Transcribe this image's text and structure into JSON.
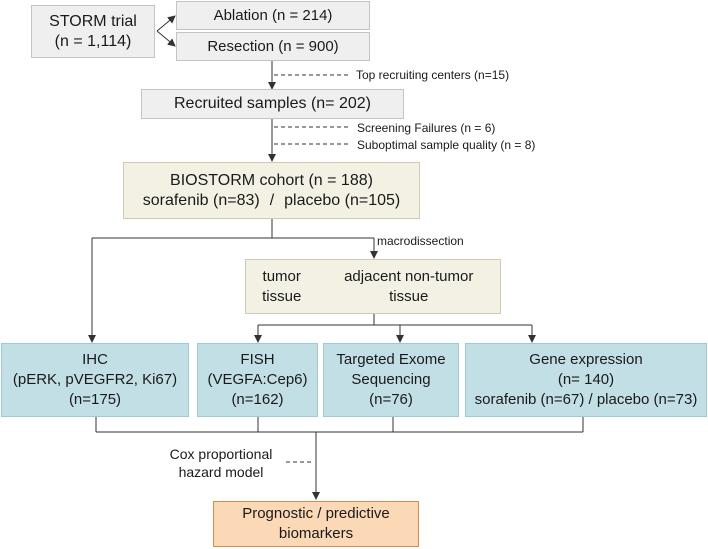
{
  "storm": {
    "line1": "STORM trial",
    "line2": "(n = 1,114)"
  },
  "ablation": "Ablation (n = 214)",
  "resection": "Resection (n = 900)",
  "top_centers": "Top recruiting centers (n=15)",
  "recruited": "Recruited samples (n= 202)",
  "screening": "Screening Failures (n = 6)",
  "suboptimal": "Suboptimal sample quality (n = 8)",
  "biostorm": {
    "line1": "BIOSTORM cohort (n = 188)",
    "sorafenib": "sorafenib (n=83)",
    "sep": "/",
    "placebo": "placebo (n=105)"
  },
  "macro": "macrodissection",
  "tissue": {
    "tumor_line1": "tumor",
    "tumor_line2": "tissue",
    "adj_line1": "adjacent non-tumor",
    "adj_line2": "tissue"
  },
  "ihc": {
    "line1": "IHC",
    "line2": "(pERK, pVEGFR2, Ki67)",
    "line3": "(n=175)"
  },
  "fish": {
    "line1": "FISH",
    "line2": "(VEGFA:Cep6)",
    "line3": "(n=162)"
  },
  "exome": {
    "line1": "Targeted Exome",
    "line2": "Sequencing",
    "line3": "(n=76)"
  },
  "gene": {
    "line1": "Gene expression",
    "line2": "(n= 140)",
    "line3": "sorafenib (n=67) / placebo (n=73)"
  },
  "cox": {
    "line1": "Cox proportional",
    "line2": "hazard model"
  },
  "biomarkers": {
    "line1": "Prognostic / predictive",
    "line2": "biomarkers"
  },
  "colors": {
    "line": "#333333",
    "gray_fill": "#efefef",
    "beige_fill": "#f3f1e4",
    "blue_fill": "#c3dfe6",
    "orange_fill": "#fbd8b6",
    "orange_border": "#d9894a"
  }
}
